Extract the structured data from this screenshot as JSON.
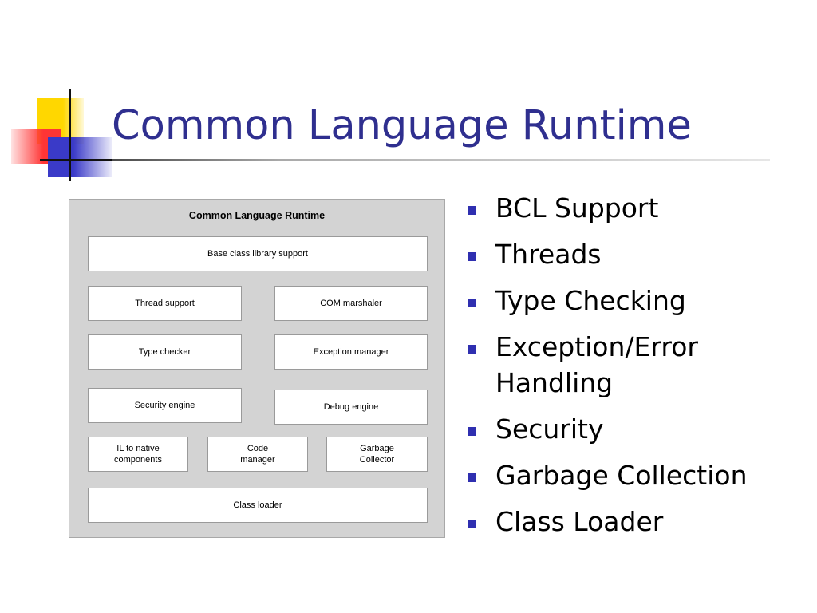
{
  "slide": {
    "title": "Common Language Runtime"
  },
  "diagram": {
    "title": "Common Language Runtime",
    "boxes": {
      "base_class_library": "Base class library support",
      "thread_support": "Thread support",
      "com_marshaler": "COM marshaler",
      "type_checker": "Type checker",
      "exception_manager": "Exception manager",
      "security_engine": "Security engine",
      "debug_engine": "Debug engine",
      "il_to_native": "IL to native\ncomponents",
      "code_manager": "Code\nmanager",
      "garbage_collector": "Garbage\nCollector",
      "class_loader": "Class loader"
    },
    "fill_color": "#d3d3d3"
  },
  "bullets": [
    "BCL Support",
    "Threads",
    "Type Checking",
    "Exception/Error Handling",
    "Security",
    "Garbage Collection",
    "Class Loader"
  ],
  "colors": {
    "title": "#2f2f8f",
    "bullet_mark": "#2f2fb0",
    "accent_yellow": "#ffd700",
    "accent_red": "#ff3535",
    "accent_blue": "#3a3ac8"
  }
}
